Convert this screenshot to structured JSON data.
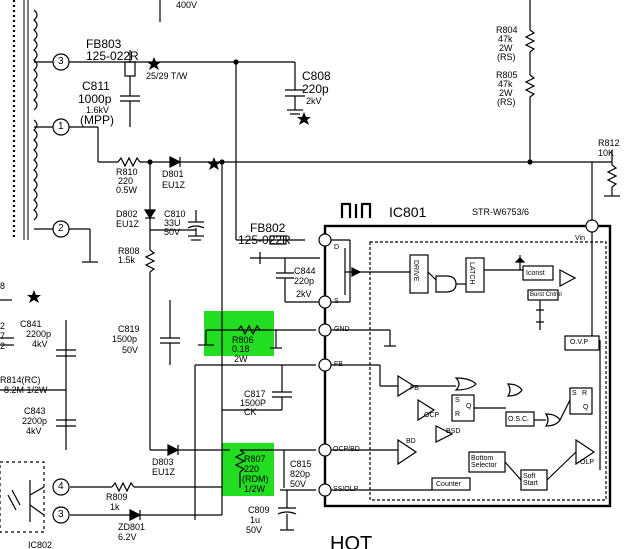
{
  "top_label": "400V",
  "fb803": {
    "name": "FB803",
    "part": "125-022R"
  },
  "turns": "25/29 T/W",
  "c808": {
    "name": "C808",
    "value": "220p",
    "rating": "2kV"
  },
  "c811": {
    "name": "C811",
    "value": "1000p",
    "rating": "1.6kV",
    "type": "(MPP)"
  },
  "pins": {
    "p3": "3",
    "p1": "1",
    "p2": "2",
    "p4": "4",
    "p3b": "3"
  },
  "r810": {
    "name": "R810",
    "value": "220",
    "rating": "0.5W"
  },
  "d801": {
    "name": "D801",
    "part": "EU1Z"
  },
  "d802": {
    "name": "D802",
    "part": "EU1Z"
  },
  "c810": {
    "name": "C810",
    "value": "33U",
    "rating": "50V"
  },
  "r808": {
    "name": "R808",
    "value": "1.5k"
  },
  "fb802": {
    "name": "FB802",
    "part": "125-022R"
  },
  "ic801": {
    "name": "IC801",
    "part": "STR-W6753/6"
  },
  "c844": {
    "name": "C844",
    "value": "220p",
    "rating": "2kV"
  },
  "r804": {
    "name": "R804",
    "value": "47k",
    "rating": "2W",
    "type": "(RS)"
  },
  "r805": {
    "name": "R805",
    "value": "47k",
    "rating": "2W",
    "type": "(RS)"
  },
  "r812": {
    "name": "R812",
    "value": "10K"
  },
  "vin": "Vin",
  "c841": {
    "name": "C841",
    "value": "2200p",
    "rating": "4kV"
  },
  "c819": {
    "name": "C819",
    "value": "1500p",
    "rating": "50V"
  },
  "r806": {
    "name": "R806",
    "value": "0.18",
    "rating": "2W"
  },
  "r814": {
    "name": "R814(RC)",
    "value": "8.2M 1/2W"
  },
  "c843": {
    "name": "C843",
    "value": "2200p",
    "rating": "4kV"
  },
  "c817": {
    "name": "C817",
    "value": "1500P",
    "rating": "CK"
  },
  "d803": {
    "name": "D803",
    "part": "EU1Z"
  },
  "r807": {
    "name": "R807",
    "value": "220",
    "type": "(RDM)",
    "rating": "1/2W"
  },
  "c815": {
    "name": "C815",
    "value": "820p",
    "rating": "50V"
  },
  "c809": {
    "name": "C809",
    "value": "1u",
    "rating": "50V"
  },
  "r809": {
    "name": "R809",
    "value": "1k"
  },
  "zd801": {
    "name": "ZD801",
    "value": "6.2V"
  },
  "ic_pins": {
    "d": "D",
    "s": "S",
    "gnd": "GND",
    "fb": "FB",
    "ocp": "OCP/BD",
    "ss": "SS/OLP"
  },
  "blocks": {
    "drive": "DRIVE",
    "latch": "LATCH",
    "iconst": "Iconst",
    "burst": "Burst Cntrol",
    "ovp": "O.V.P",
    "fb": "FB",
    "ocp": "OCP",
    "bd": "BD",
    "bsd": "BSD",
    "osc": "O.S.C.",
    "bottom": "Bottom Selector",
    "counter": "Counter",
    "soft": "Soft Start",
    "olp": "OLP",
    "s": "S",
    "r": "R",
    "q": "Q",
    "r2": "R",
    "s2": "S",
    "q2": "Q"
  },
  "hot": "HOT",
  "partial_left": {
    "a": "8",
    "b": "2",
    "c": "7",
    "d": "2"
  },
  "ic802": "IC802",
  "colors": {
    "highlight": "#22dd22",
    "ink": "#000000"
  }
}
